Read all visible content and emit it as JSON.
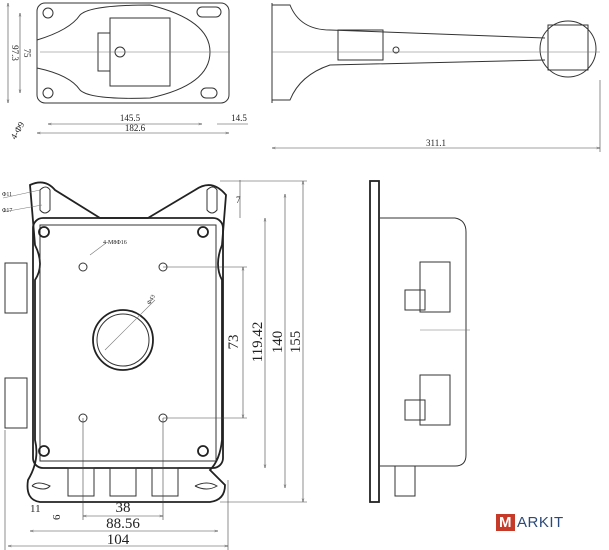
{
  "top_view": {
    "dims": {
      "height_total": "97.3",
      "height_holes": "75",
      "holes": "4-Φ9",
      "hole_spacing": "145.5",
      "length_total": "182.6",
      "slot": "14.5"
    }
  },
  "side_view_top": {
    "dims": {
      "length": "311.1"
    }
  },
  "front_view": {
    "dims": {
      "hole_small": "Φ11",
      "hole_large": "Φ17",
      "thread": "4-M8Φ16",
      "center_hole": "Φ43",
      "v73": "73",
      "v119": "119.42",
      "v140": "140",
      "v155": "155",
      "v7": "7",
      "h38": "38",
      "h88": "88.56",
      "h104": "104",
      "h11": "11",
      "h6": "6"
    }
  },
  "logo": {
    "first": "M",
    "rest": "ARKIT"
  }
}
